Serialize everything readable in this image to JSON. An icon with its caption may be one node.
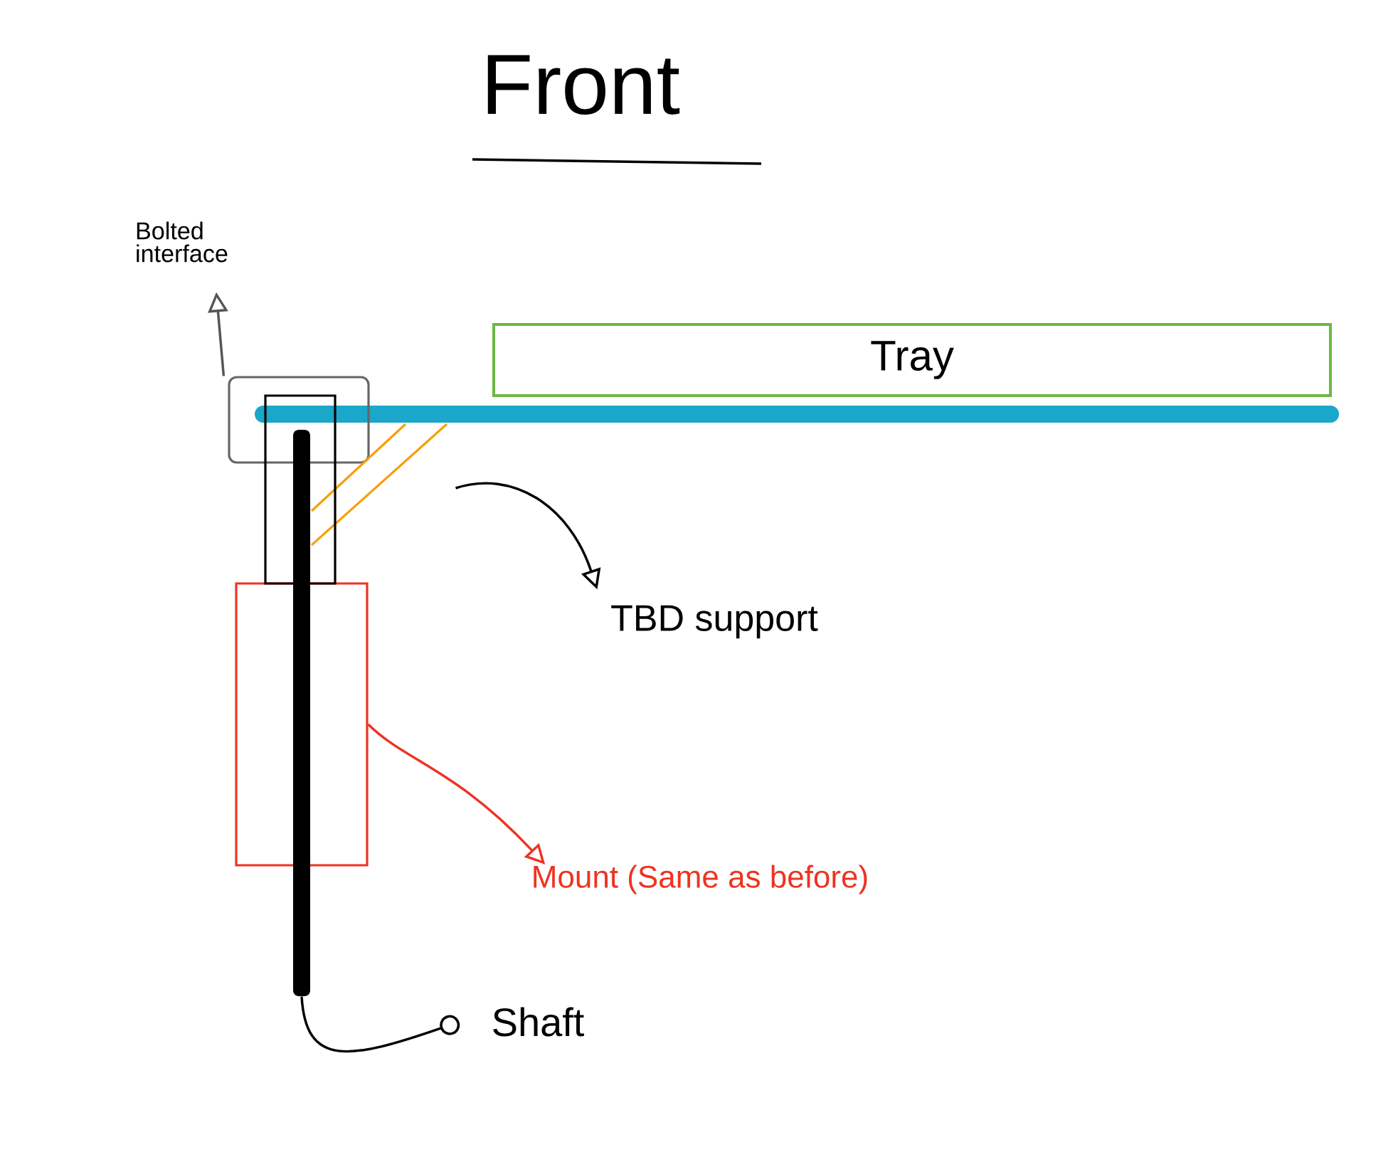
{
  "diagram": {
    "title": "Front",
    "nodes": [
      {
        "text": [
          "Bolted interface"
        ]
      },
      {
        "text": [],
        "shape": "box"
      },
      {
        "text": [
          "Tray"
        ]
      },
      {
        "text": [],
        "shape": "line"
      },
      {
        "text": [
          "TBD support"
        ]
      },
      {
        "text": [],
        "shape": "box"
      },
      {
        "text": [
          "Mount (Same as before)"
        ]
      },
      {
        "text": [],
        "shape": "bar"
      },
      {
        "text": [
          "Shaft"
        ]
      },
      {
        "text": [],
        "shape": "box"
      }
    ],
    "edges": [
      {
        "from": 1,
        "to": 0,
        "arrow": "to",
        "color": "#555555"
      },
      {
        "from": 3,
        "to": 4,
        "arrow": "to"
      },
      {
        "from": 5,
        "to": 6,
        "arrow": "to",
        "color": "#ee3322"
      },
      {
        "from": 7,
        "to": 8,
        "arrow": "other"
      }
    ]
  }
}
